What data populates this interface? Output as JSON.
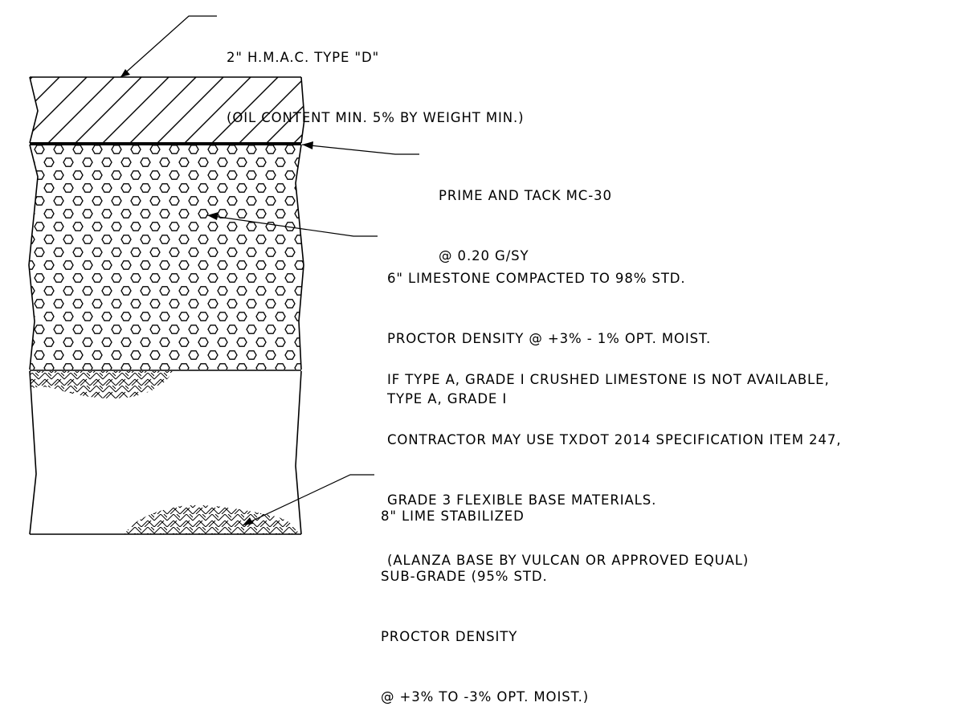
{
  "title": "",
  "callouts": {
    "hmac": {
      "lines": [
        "2\" H.M.A.C. TYPE \"D\"",
        "(OIL CONTENT MIN. 5% BY WEIGHT MIN.)"
      ]
    },
    "prime": {
      "lines": [
        "PRIME AND TACK MC-30",
        "@ 0.20 G/SY"
      ]
    },
    "limestone": {
      "lines": [
        "6\" LIMESTONE COMPACTED TO 98% STD.",
        "PROCTOR DENSITY @ +3% - 1% OPT. MOIST.",
        "TYPE A, GRADE I"
      ],
      "alt_lines": [
        "IF TYPE A, GRADE I CRUSHED LIMESTONE IS NOT AVAILABLE,",
        "CONTRACTOR MAY USE TXDOT 2014 SPECIFICATION ITEM 247,",
        "GRADE 3 FLEXIBLE BASE MATERIALS.",
        "(ALANZA BASE BY VULCAN OR APPROVED EQUAL)"
      ]
    },
    "subgrade": {
      "lines": [
        "8\" LIME STABILIZED",
        "SUB-GRADE (95% STD.",
        "PROCTOR DENSITY",
        "@ +3% TO -3% OPT. MOIST.)"
      ]
    }
  },
  "layers": [
    {
      "name": "hmac-layer",
      "pattern": "diagonal-hatch"
    },
    {
      "name": "prime-coat",
      "pattern": "solid-line"
    },
    {
      "name": "limestone-base",
      "pattern": "hexagon"
    },
    {
      "name": "lime-subgrade",
      "pattern": "herringbone"
    }
  ],
  "colors": {
    "ink": "#000000",
    "background": "#ffffff"
  }
}
